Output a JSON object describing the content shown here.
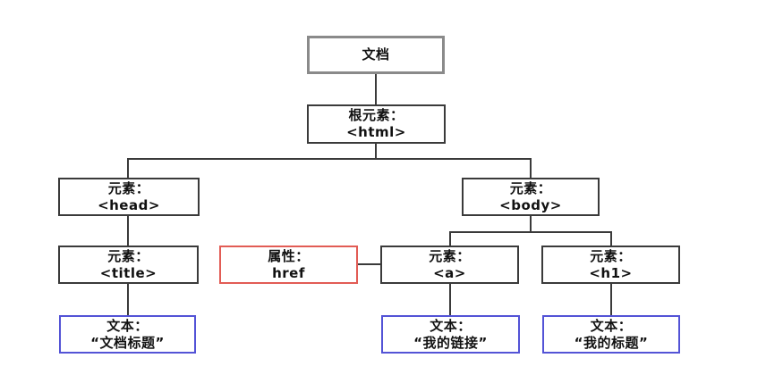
{
  "colors": {
    "document_border": "#8a8a8a",
    "element_border": "#3a3a3a",
    "attribute_border": "#e25c55",
    "text_border": "#5353d6",
    "line_color": "#3a3a3a"
  },
  "nodes": {
    "document": {
      "line1": "文档"
    },
    "html": {
      "line1": "根元素：",
      "line2": "<html>"
    },
    "head": {
      "line1": "元素：",
      "line2": "<head>"
    },
    "body": {
      "line1": "元素：",
      "line2": "<body>"
    },
    "title": {
      "line1": "元素：",
      "line2": "<title>"
    },
    "href": {
      "line1": "属性：",
      "line2": "href"
    },
    "a": {
      "line1": "元素：",
      "line2": "<a>"
    },
    "h1": {
      "line1": "元素：",
      "line2": "<h1>"
    },
    "text_title": {
      "line1": "文本：",
      "line2": "“文档标题”"
    },
    "text_link": {
      "line1": "文本：",
      "line2": "“我的链接”"
    },
    "text_heading": {
      "line1": "文本：",
      "line2": "“我的标题”"
    }
  }
}
